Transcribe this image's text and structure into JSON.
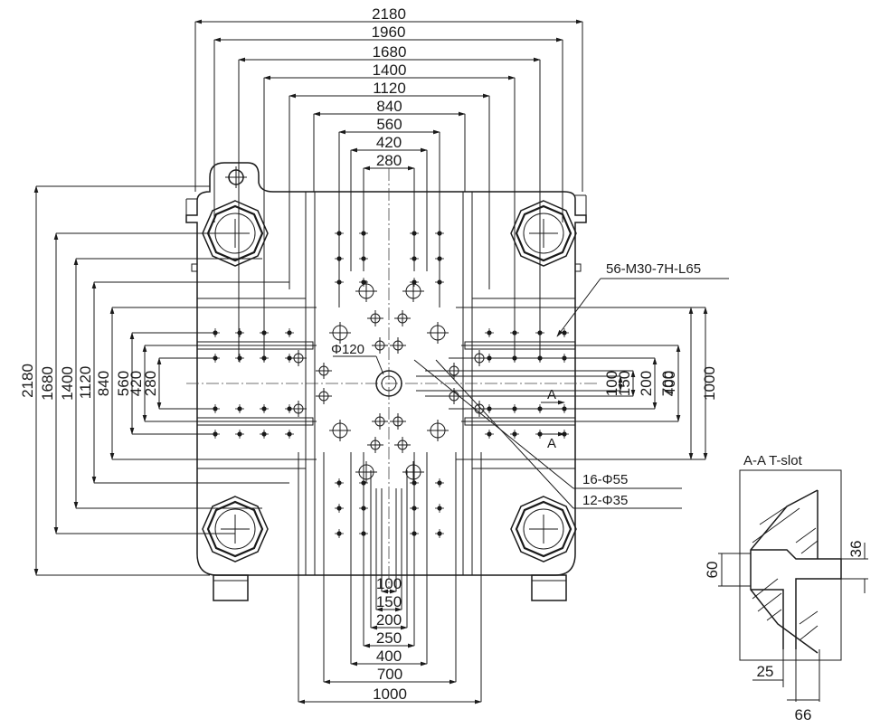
{
  "top_dims": [
    "2180",
    "1960",
    "1680",
    "1400",
    "1120",
    "840",
    "560",
    "420",
    "280"
  ],
  "left_dims": [
    "2180",
    "1680",
    "1400",
    "1120",
    "840",
    "560",
    "420",
    "280"
  ],
  "right_dims": [
    "100",
    "150",
    "200",
    "400",
    "700",
    "1000"
  ],
  "bottom_dims": [
    "100",
    "150",
    "200",
    "250",
    "400",
    "700",
    "1000"
  ],
  "callouts": {
    "tapped_holes": "56-M30-7H-L65",
    "center_hole": "Φ120",
    "holes_55": "16-Φ55",
    "holes_35": "12-Φ35",
    "section_mark": "A"
  },
  "tslot": {
    "title": "A-A T-slot",
    "dims": [
      "36",
      "60",
      "25",
      "66"
    ]
  }
}
